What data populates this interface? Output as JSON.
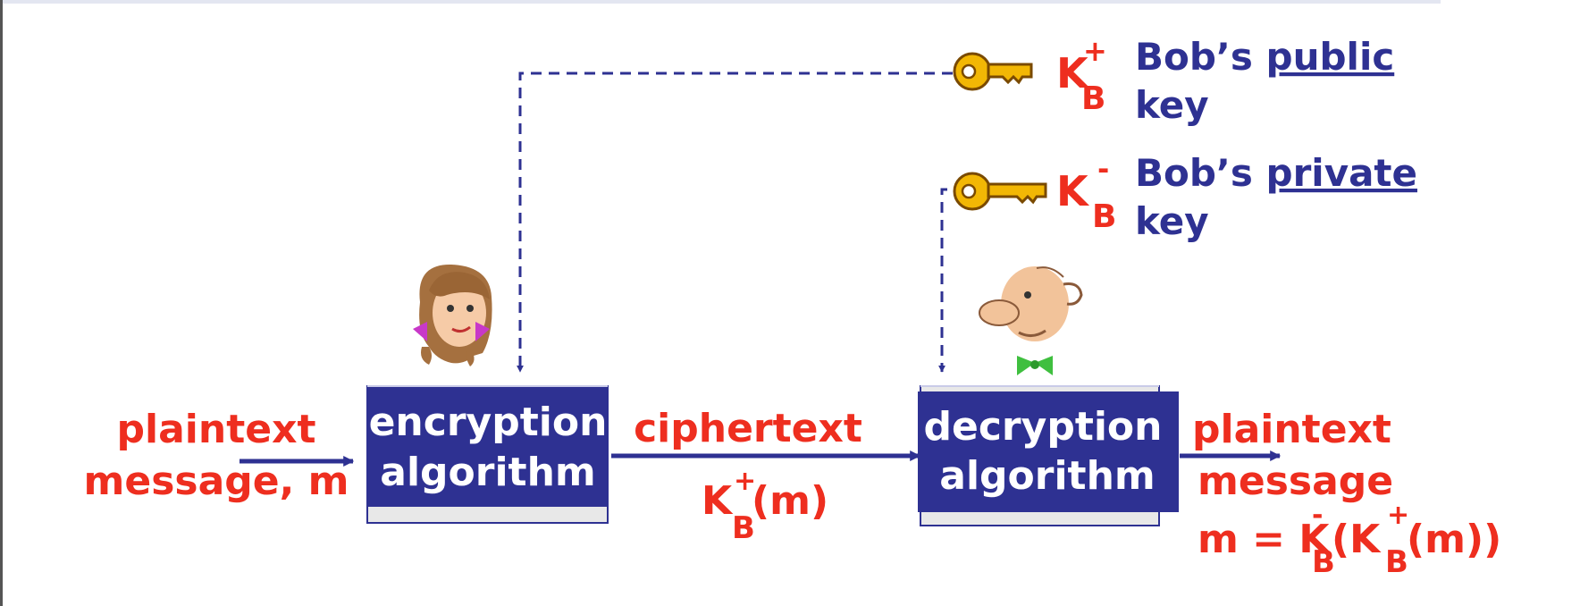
{
  "colors": {
    "accent": "#2e3192",
    "label": "#ee2e1f",
    "key": "#f2b705"
  },
  "icons": {
    "public_key": "key-icon",
    "private_key": "key-icon",
    "alice": "alice-figure",
    "bob": "bob-figure"
  },
  "public_key": {
    "symbol": "K",
    "superscript": "+",
    "subscript": "B",
    "desc_prefix": "Bob’s ",
    "desc_emph": "public",
    "desc_line2": "key"
  },
  "private_key": {
    "symbol": "K",
    "superscript": "-",
    "subscript": "B",
    "desc_prefix": "Bob’s ",
    "desc_emph": "private",
    "desc_line2": "key"
  },
  "encrypt_box": {
    "line1": "encryption",
    "line2": "algorithm"
  },
  "decrypt_box": {
    "line1": "decryption",
    "line2": "algorithm"
  },
  "input_label": {
    "line1": "plaintext",
    "line2": "message, m"
  },
  "cipher_label": {
    "line1": "ciphertext",
    "k": "K",
    "sup": "+",
    "sub": "B",
    "arg": "(m)"
  },
  "output_label": {
    "line1": "plaintext",
    "line2": "message",
    "eq_prefix": "m = K",
    "sup_minus": "-",
    "sub": "B",
    "paren_k": "(K",
    "sup_plus": "+",
    "end": "(m))"
  }
}
